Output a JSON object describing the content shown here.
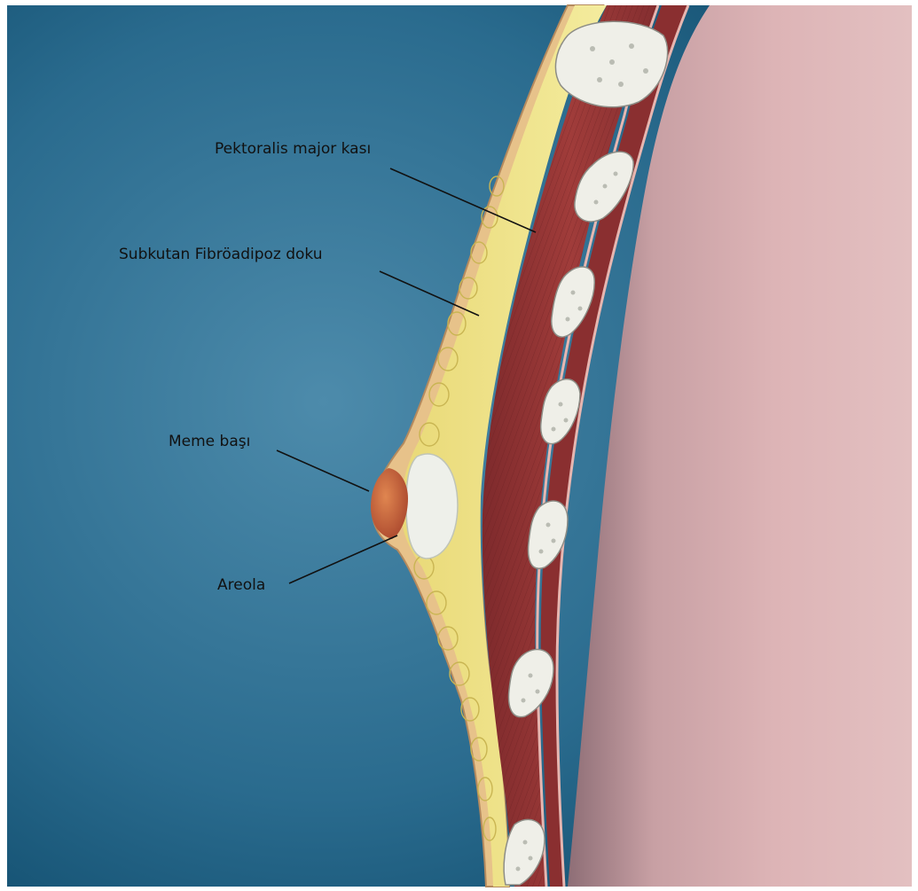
{
  "labels": {
    "pectoralis": "Pektoralis major kası",
    "subcutaneous": "Subkutan Fibröadipoz doku",
    "nipple": "Meme başı",
    "areola": "Areola"
  },
  "colors": {
    "background_light": "#4b88a8",
    "background_dark": "#0f4c6c",
    "body": "#ddb2b4",
    "fat": "#f1e694",
    "muscle": "#8e3233",
    "rib": "#efefe8",
    "nipple": "#c45d3a",
    "leader": "#111111"
  }
}
